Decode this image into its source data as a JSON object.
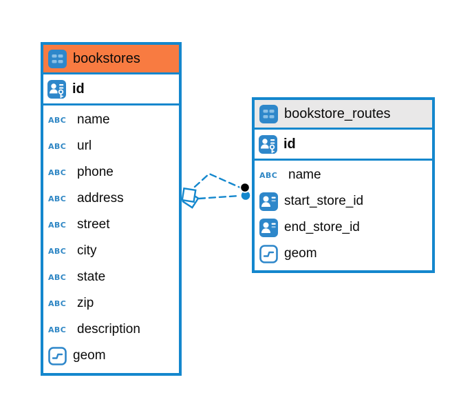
{
  "diagram": {
    "colors": {
      "accent_blue": "#1487CD",
      "icon_blue": "#2E87CA",
      "header_orange": "#F87B41",
      "header_gray": "#E9E8E8",
      "text_black": "#0a0a0a"
    },
    "icons": {
      "text_type_label": "ABC"
    },
    "tables": [
      {
        "name": "bookstores",
        "header_style": "orange",
        "primary_key": "id",
        "columns": [
          {
            "name": "name",
            "type": "text"
          },
          {
            "name": "url",
            "type": "text"
          },
          {
            "name": "phone",
            "type": "text"
          },
          {
            "name": "address",
            "type": "text"
          },
          {
            "name": "street",
            "type": "text"
          },
          {
            "name": "city",
            "type": "text"
          },
          {
            "name": "state",
            "type": "text"
          },
          {
            "name": "zip",
            "type": "text"
          },
          {
            "name": "description",
            "type": "text"
          },
          {
            "name": "geom",
            "type": "geometry"
          }
        ]
      },
      {
        "name": "bookstore_routes",
        "header_style": "gray",
        "primary_key": "id",
        "columns": [
          {
            "name": "name",
            "type": "text"
          },
          {
            "name": "start_store_id",
            "type": "reference"
          },
          {
            "name": "end_store_id",
            "type": "reference"
          },
          {
            "name": "geom",
            "type": "geometry"
          }
        ]
      }
    ],
    "relationships": [
      {
        "from": "bookstores",
        "to": "bookstore_routes",
        "line_style": "dashed",
        "start_marker": "diamond",
        "end_marker": "dot"
      },
      {
        "from": "bookstores",
        "to": "bookstore_routes",
        "line_style": "dashed",
        "start_marker": "diamond",
        "end_marker": "dot"
      }
    ]
  }
}
